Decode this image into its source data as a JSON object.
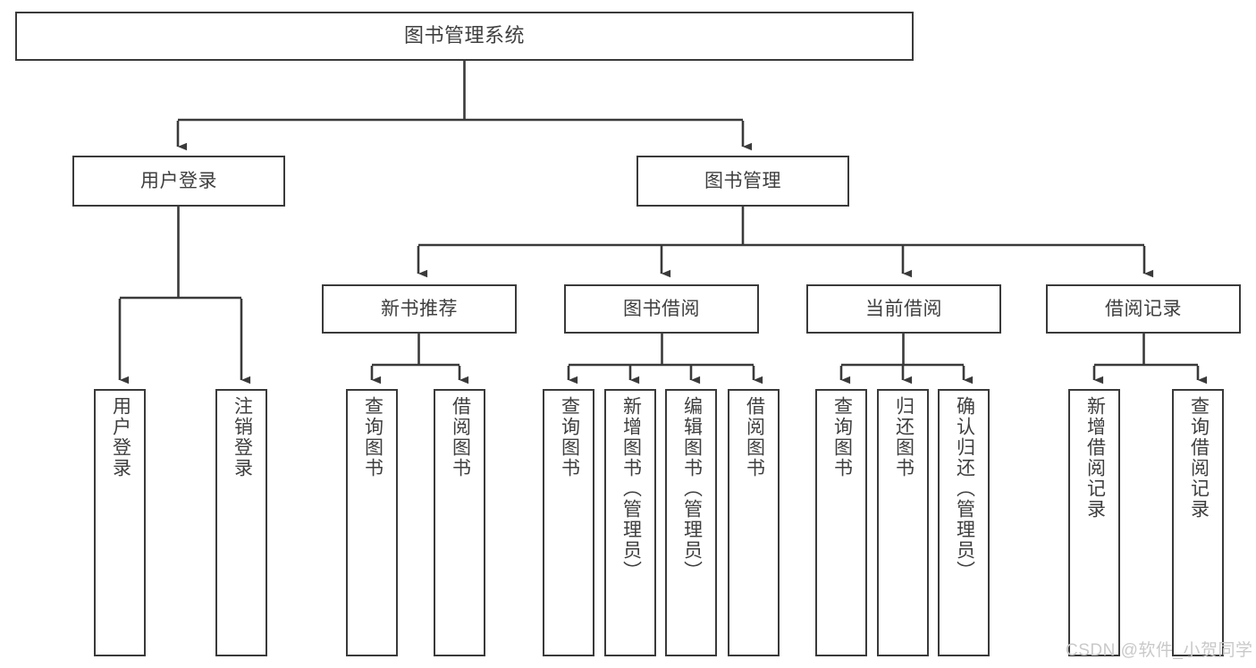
{
  "diagram": {
    "title": "图书管理系统",
    "type": "tree-hierarchy-chart",
    "stroke_color": "#3a3a3a",
    "text_color": "#3f3f3f",
    "background_color": "#ffffff",
    "watermark": "CSDN @软件_小贺同学"
  },
  "nodes": {
    "root": {
      "label": "图书管理系统"
    },
    "level1": [
      {
        "id": "user-login",
        "label": "用户登录"
      },
      {
        "id": "book-management",
        "label": "图书管理"
      }
    ],
    "level2": [
      {
        "id": "new-book-recommend",
        "label": "新书推荐"
      },
      {
        "id": "book-borrow",
        "label": "图书借阅"
      },
      {
        "id": "current-borrow",
        "label": "当前借阅"
      },
      {
        "id": "borrow-record",
        "label": "借阅记录"
      }
    ],
    "leaves": {
      "user-login": [
        {
          "id": "leaf-user-login",
          "label": "用户登录"
        },
        {
          "id": "leaf-logout-login",
          "label": "注销登录"
        }
      ],
      "new-book-recommend": [
        {
          "id": "leaf-query-book-1",
          "label": "查询图书"
        },
        {
          "id": "leaf-borrow-book-1",
          "label": "借阅图书"
        }
      ],
      "book-borrow": [
        {
          "id": "leaf-query-book-2",
          "label": "查询图书"
        },
        {
          "id": "leaf-add-book-admin",
          "label": "新增图书（管理员）"
        },
        {
          "id": "leaf-edit-book-admin",
          "label": "编辑图书（管理员）"
        },
        {
          "id": "leaf-borrow-book-2",
          "label": "借阅图书"
        }
      ],
      "current-borrow": [
        {
          "id": "leaf-query-book-3",
          "label": "查询图书"
        },
        {
          "id": "leaf-return-book",
          "label": "归还图书"
        },
        {
          "id": "leaf-confirm-return-admin",
          "label": "确认归还（管理员）"
        }
      ],
      "borrow-record": [
        {
          "id": "leaf-add-borrow-record",
          "label": "新增借阅记录"
        },
        {
          "id": "leaf-query-borrow-record",
          "label": "查询借阅记录"
        }
      ]
    }
  }
}
